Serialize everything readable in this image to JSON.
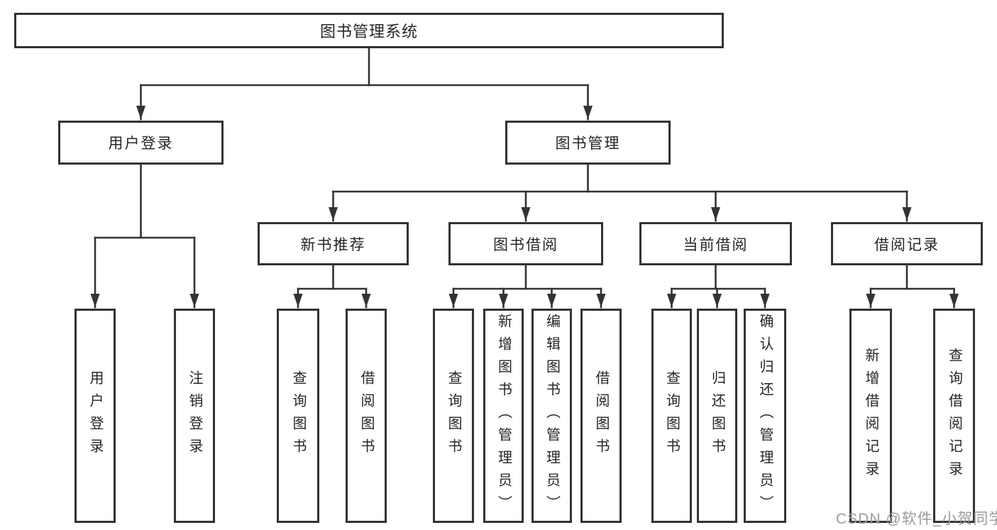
{
  "diagram": {
    "root": {
      "label": "图书管理系统"
    },
    "level2": {
      "user_login": {
        "label": "用户登录"
      },
      "book_mgmt": {
        "label": "图书管理"
      }
    },
    "level3": {
      "new_books": {
        "label": "新书推荐"
      },
      "borrow": {
        "label": "图书借阅"
      },
      "current": {
        "label": "当前借阅"
      },
      "records": {
        "label": "借阅记录"
      }
    },
    "leaves": {
      "user_login": [
        "用户登录",
        "注销登录"
      ],
      "new_books": [
        "查询图书",
        "借阅图书"
      ],
      "borrow": [
        "查询图书",
        "新增图书（管理员）",
        "编辑图书（管理员）",
        "借阅图书"
      ],
      "current": [
        "查询图书",
        "归还图书",
        "确认归还（管理员）"
      ],
      "records": [
        "新增借阅记录",
        "查询借阅记录"
      ]
    }
  },
  "watermark": {
    "text": "CSDN @软件_小贺同学"
  },
  "colors": {
    "line": "#333333",
    "box_border": "#333333",
    "text": "#262626",
    "watermark": "#9b9b9b",
    "background": "#ffffff"
  }
}
